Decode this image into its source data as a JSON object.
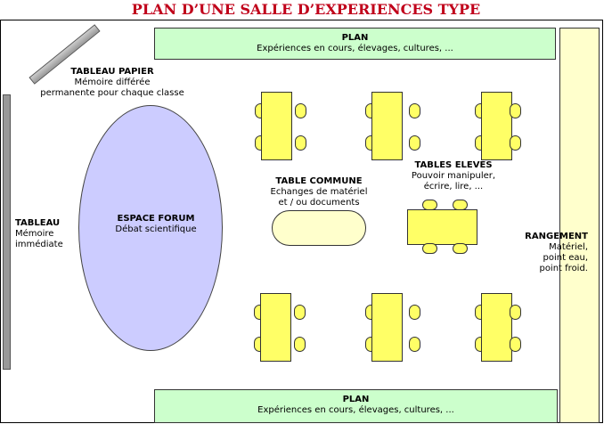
{
  "title": "PLAN D’UNE SALLE D’EXPERIENCES TYPE",
  "plan_top": {
    "title": "PLAN",
    "text": "Expériences en cours, élevages, cultures, ..."
  },
  "plan_bottom": {
    "title": "PLAN",
    "text": "Expériences en cours, élevages, cultures, ..."
  },
  "tableau_papier": {
    "title": "TABLEAU PAPIER",
    "line1": "Mémoire différée",
    "line2": "permanente pour chaque classe"
  },
  "tableau": {
    "title": "TABLEAU",
    "line1": "Mémoire",
    "line2": "immédiate"
  },
  "espace_forum": {
    "title": "ESPACE FORUM",
    "text": "Débat scientifique"
  },
  "table_commune": {
    "title": "TABLE COMMUNE",
    "line1": "Echanges de matériel",
    "line2": "et / ou documents"
  },
  "tables_eleves": {
    "title": "TABLES ELEVES",
    "line1": "Pouvoir manipuler,",
    "line2": "écrire, lire, ..."
  },
  "rangement": {
    "title": "RANGEMENT",
    "line1": "Matériel,",
    "line2": "point eau,",
    "line3": "point froid."
  },
  "colors": {
    "title": "#c0001a",
    "plan": "#ccffcc",
    "rangement": "#ffffcc",
    "forum": "#ccccff",
    "desks": "#ffff66",
    "table_commune": "#ffffcc",
    "tableau": "#999999"
  }
}
